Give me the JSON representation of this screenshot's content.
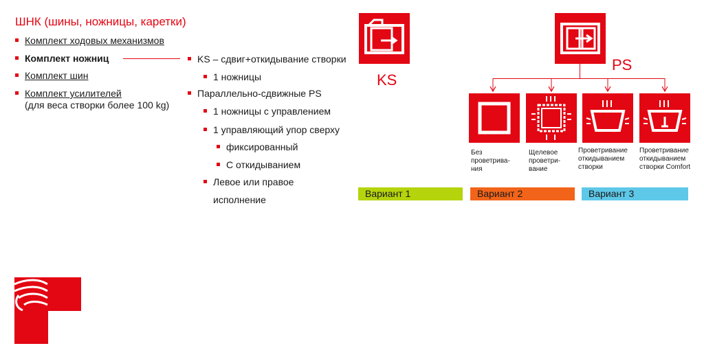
{
  "title": "ШНК (шины, ножницы, каретки)",
  "left_list": [
    {
      "label": "Комплект ходовых механизмов"
    },
    {
      "label": "Комплект ножниц"
    },
    {
      "label": "Комплект шин"
    },
    {
      "label": "Комплект усилителей",
      "sub": "(для веса створки более 100 kg)"
    }
  ],
  "middle_list": [
    {
      "label": "KS – сдвиг+откидывание створки"
    },
    {
      "label": "1 ножницы"
    },
    {
      "label": "Параллельно-сдвижные PS"
    },
    {
      "label": "1 ножницы  с управлением"
    },
    {
      "label": "1 управляющий упор сверху"
    },
    {
      "label": "фиксированный"
    },
    {
      "label": "С откидыванием"
    },
    {
      "label": "Левое или правое"
    },
    {
      "label": "исполнение"
    }
  ],
  "ks": {
    "label": "KS",
    "icon": "tilt-slide-window-icon"
  },
  "ps": {
    "label": "PS",
    "icon": "parallel-slide-window-icon"
  },
  "options": [
    {
      "caption": "Без проветрива-ния",
      "icon": "no-ventilation-icon"
    },
    {
      "caption": "Щелевое проветри-вание",
      "icon": "slot-ventilation-icon"
    },
    {
      "caption": "Проветривание откидыванием створки",
      "icon": "tilt-ventilation-icon"
    },
    {
      "caption": "Проветривание откидыванием створки Comfort",
      "icon": "tilt-comfort-ventilation-icon"
    }
  ],
  "variants": [
    {
      "label": "Вариант 1",
      "color": "#b5d40c"
    },
    {
      "label": "Вариант 2",
      "color": "#f26419"
    },
    {
      "label": "Вариант 3",
      "color": "#5ec8e8"
    }
  ],
  "colors": {
    "brand_red": "#e30613"
  },
  "logo": {
    "icon": "company-logo"
  }
}
